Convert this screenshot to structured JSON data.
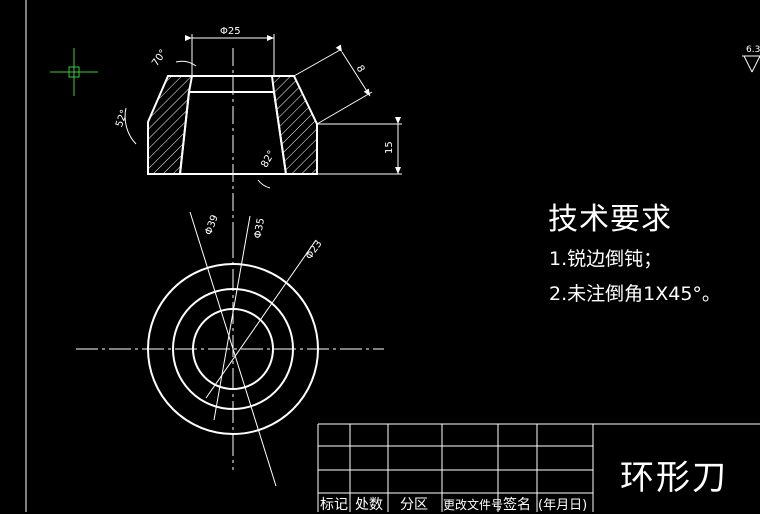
{
  "drawing": {
    "title_block": {
      "part_name": "环形刀",
      "headers": [
        "标记",
        "处数",
        "分区",
        "更改文件号",
        "签名",
        "(年月日)"
      ]
    },
    "technical_requirements": {
      "title": "技术要求",
      "items": [
        "1.锐边倒钝；",
        "2.未注倒角1X45°。"
      ]
    },
    "dimensions": {
      "top_diameter": "Φ25",
      "top_angle": "70°",
      "left_angle": "52°",
      "inner_angle": "82°",
      "slant_length": "8",
      "height": "15",
      "circle_large": "Φ39",
      "circle_medium": "Φ35",
      "circle_small": "Φ23"
    },
    "surface_finish": "6.3"
  }
}
